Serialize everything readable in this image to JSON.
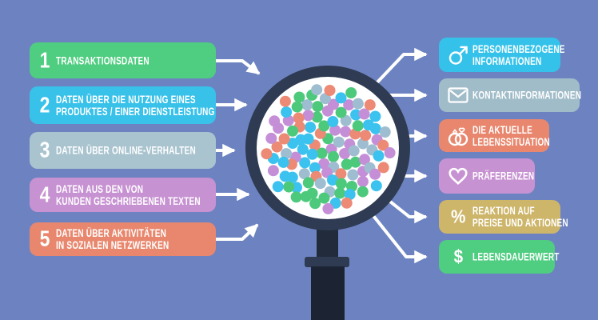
{
  "background_color": "#6d83c1",
  "arrow_color": "#ffffff",
  "left_items": [
    {
      "number": "1",
      "lines": [
        "TRANSAKTIONSDATEN"
      ],
      "color": "#4fcd80"
    },
    {
      "number": "2",
      "lines": [
        "DATEN ÜBER DIE NUTZUNG EINES",
        "PRODUKTES / EINER DIENSTLEISTUNG"
      ],
      "color": "#38c1e9"
    },
    {
      "number": "3",
      "lines": [
        "DATEN ÜBER ONLINE-VERHALTEN"
      ],
      "color": "#a9c4cf"
    },
    {
      "number": "4",
      "lines": [
        "DATEN AUS DEN VON",
        "KUNDEN GESCHRIEBENEN TEXTEN"
      ],
      "color": "#c792d2"
    },
    {
      "number": "5",
      "lines": [
        "DATEN ÜBER AKTIVITÄTEN",
        "IN SOZIALEN NETZWERKEN"
      ],
      "color": "#e8876e"
    }
  ],
  "right_items": [
    {
      "icon": "male-icon",
      "lines": [
        "PERSONENBEZOGENE",
        "INFORMATIONEN"
      ],
      "color": "#35c2ea"
    },
    {
      "icon": "envelope-icon",
      "lines": [
        "KONTAKTINFORMATIONEN"
      ],
      "color": "#a0bcc9"
    },
    {
      "icon": "wedding-rings-icon",
      "lines": [
        "DIE AKTUELLE",
        "LEBENSSITUATION"
      ],
      "color": "#e8876e"
    },
    {
      "icon": "heart-icon",
      "lines": [
        "PRÄFERENZEN"
      ],
      "color": "#c792d2"
    },
    {
      "icon": "percent-icon",
      "glyph": "%",
      "lines": [
        "REAKTION AUF",
        "PREISE UND AKTIONEN"
      ],
      "color": "#cdb56a"
    },
    {
      "icon": "dollar-icon",
      "glyph": "$",
      "lines": [
        "LEBENSDAUERWERT"
      ],
      "color": "#4fcd80"
    }
  ],
  "magnifier": {
    "rim_color": "#2e3b52",
    "lens_color": "#ffffff",
    "neck_color": "#212b3c",
    "collar_color": "#2e3b52",
    "handle_color": "#1c2433",
    "dot_count": 112,
    "dot_palette": [
      "#3bc2ee",
      "#4dc97c",
      "#c48fd6",
      "#ec8a75",
      "#9fbdd0"
    ]
  }
}
